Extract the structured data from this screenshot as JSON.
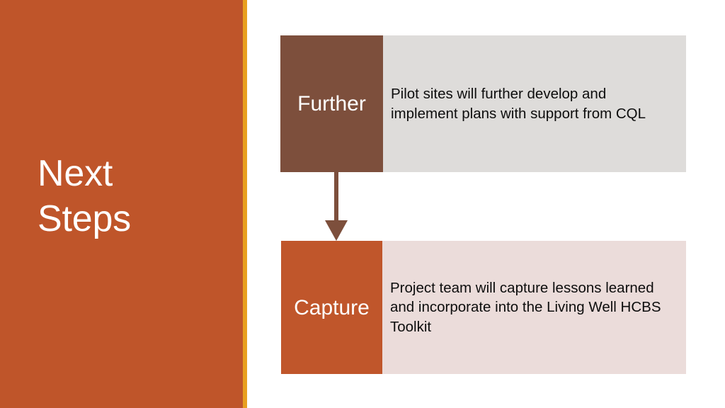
{
  "slide": {
    "title": "Next\nSteps",
    "title_lines": [
      "Next",
      "Steps"
    ],
    "background_color": "#ffffff"
  },
  "theme": {
    "panel_orange": "#bf552a",
    "accent_gold": "#e8a020",
    "step_brown": "#7d4f3c",
    "step_orange": "#c0562b",
    "body_gray": "#dedcda",
    "body_pink": "#ebdcda",
    "text_dark": "#0d0d0d",
    "text_light": "#ffffff"
  },
  "process": {
    "steps": [
      {
        "label": "Further",
        "description": "Pilot sites will further develop and implement plans with support from CQL",
        "label_color": "#7d4f3c",
        "body_color": "#dedcda"
      },
      {
        "label": "Capture",
        "description": "Project team will capture lessons learned and incorporate into the Living Well HCBS Toolkit",
        "label_color": "#c0562b",
        "body_color": "#ebdcda"
      }
    ],
    "connector": {
      "direction": "down",
      "color": "#7d4f3c"
    }
  }
}
